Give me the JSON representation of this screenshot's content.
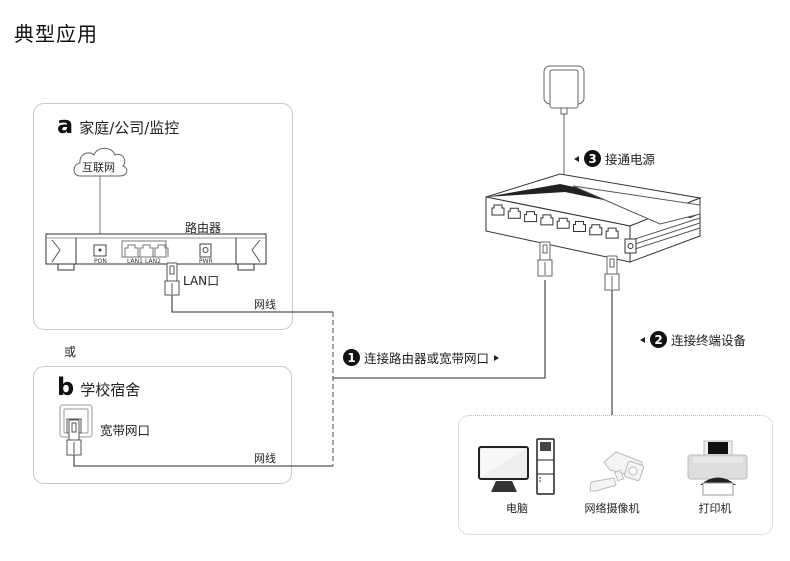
{
  "title": "典型应用",
  "section_a": {
    "letter": "a",
    "title": "家庭/公司/监控",
    "internet_label": "互联网",
    "router_label": "路由器",
    "ports": {
      "pon": "PON",
      "lan1": "LAN1",
      "lan2": "LAN2",
      "pwr": "PWR"
    },
    "lan_port_label": "LAN口",
    "cable_label": "网线"
  },
  "or_label": "或",
  "section_b": {
    "letter": "b",
    "title": "学校宿舍",
    "wall_port_label": "宽带网口",
    "cable_label": "网线"
  },
  "steps": [
    {
      "number": "1",
      "label": "连接路由器或宽带网口"
    },
    {
      "number": "2",
      "label": "连接终端设备"
    },
    {
      "number": "3",
      "label": "接通电源"
    }
  ],
  "devices": [
    {
      "icon": "computer-icon",
      "label": "电脑"
    },
    {
      "icon": "camera-icon",
      "label": "网络摄像机"
    },
    {
      "icon": "printer-icon",
      "label": "打印机"
    }
  ]
}
